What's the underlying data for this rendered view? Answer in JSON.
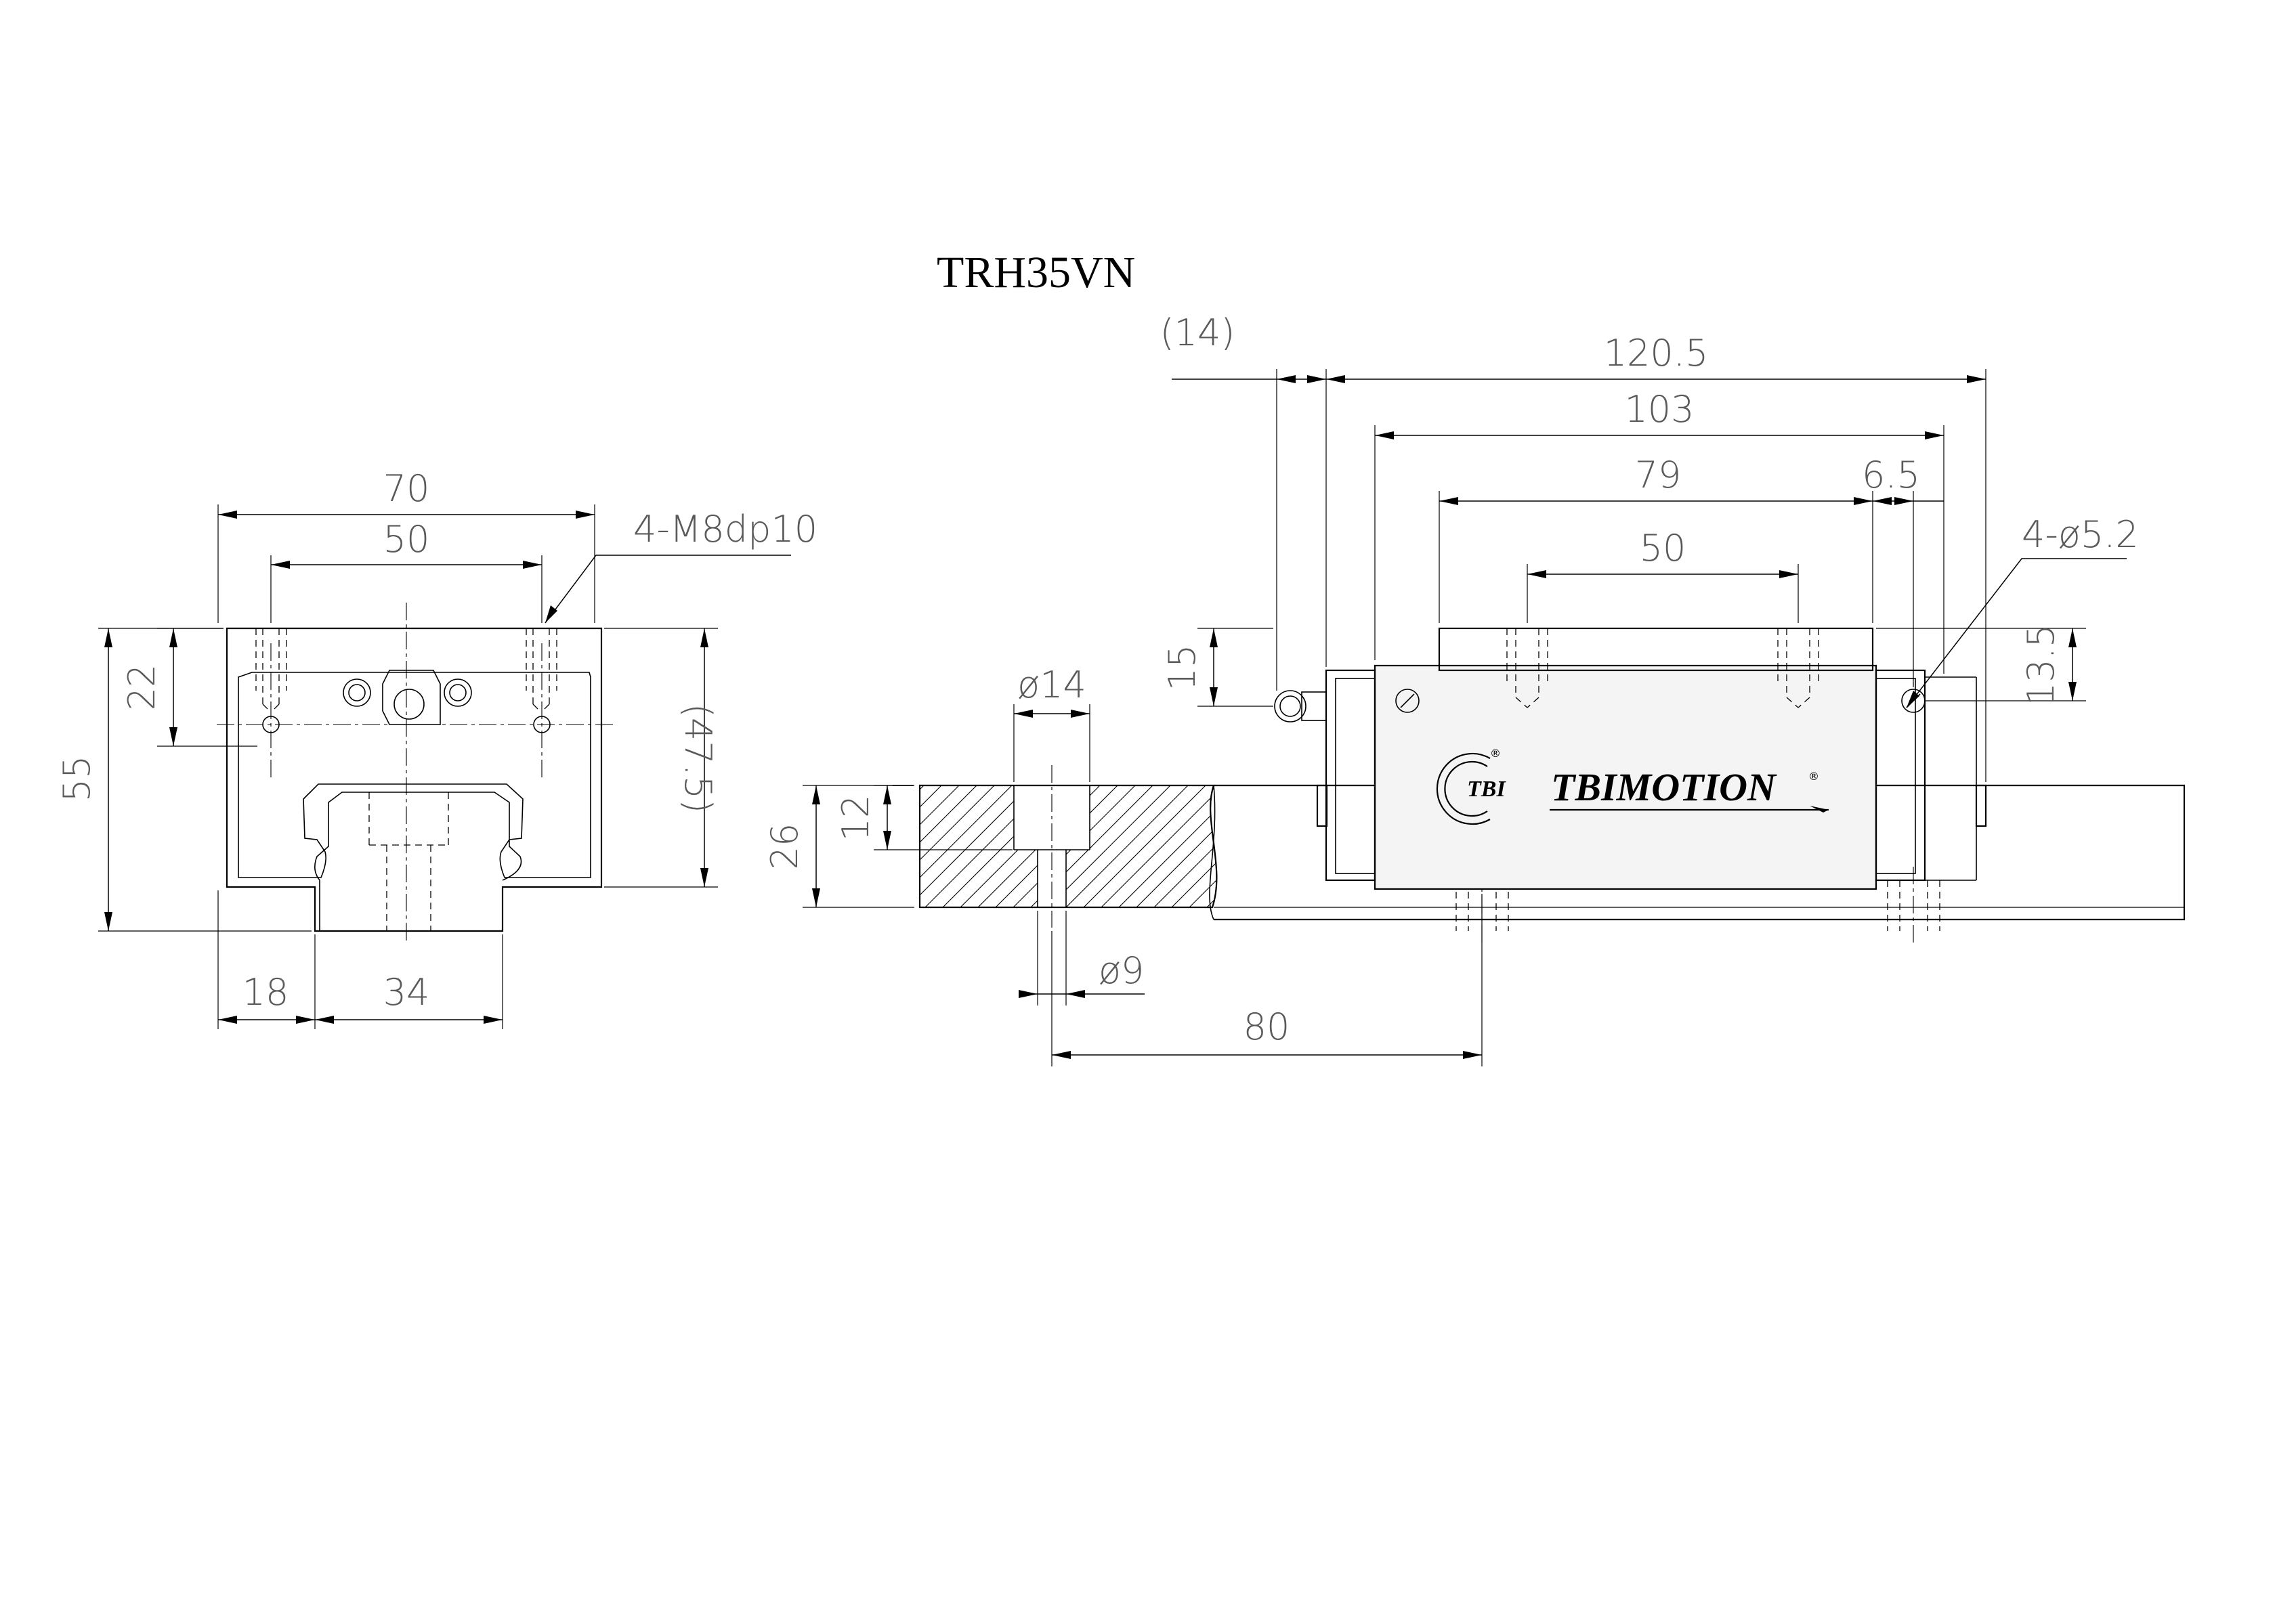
{
  "title": "TRH35VN",
  "end_view": {
    "width_overall": "70",
    "mount_spacing": "50",
    "tap_callout": "4-M8dp10",
    "tap_height": "22",
    "height_overall": "55",
    "block_height": "(47.5)",
    "rail_offset": "18",
    "rail_width": "34"
  },
  "rail_section": {
    "cbore_dia": "ø14",
    "thru_dia": "ø9",
    "cbore_depth": "12",
    "rail_height": "26",
    "hole_pitch": "80"
  },
  "side_view": {
    "nipple_length": "(14)",
    "block_length": "120.5",
    "body_length": "103",
    "mount_length": "79",
    "mount_spacing": "50",
    "end_offset": "6.5",
    "grease_callout": "4-ø5.2",
    "nipple_height": "15",
    "hole_height": "13.5"
  },
  "brand": {
    "logo_letters": "TBI",
    "name": "TBIMOTION",
    "registered_mark": "®"
  }
}
